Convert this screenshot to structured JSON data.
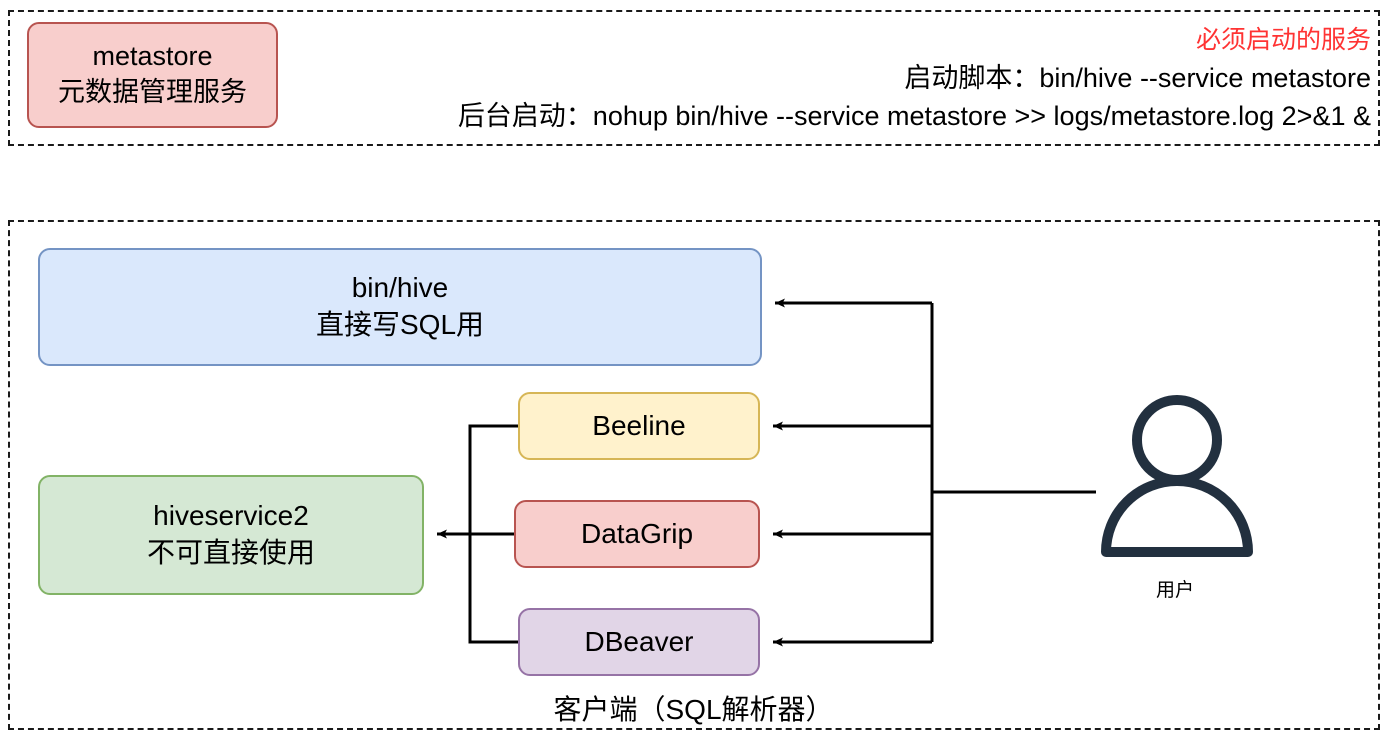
{
  "diagram": {
    "title_visible": false,
    "colors": {
      "pink_fill": "#f8cecc",
      "pink_stroke": "#b85450",
      "blue_fill": "#dae8fc",
      "blue_stroke": "#7494c4",
      "green_fill": "#d5e8d4",
      "green_stroke": "#82b366",
      "yellow_fill": "#fff2cc",
      "yellow_stroke": "#d6b656",
      "purple_fill": "#e1d5e7",
      "purple_stroke": "#9673a6",
      "connector": "#000000",
      "warning_red": "#ff3333",
      "user_icon": "#22303f",
      "group_border": "#1a1a1a"
    }
  },
  "metastore_group": {
    "node": {
      "line1": "metastore",
      "line2": "元数据管理服务"
    },
    "must_start_note": "必须启动的服务",
    "start_script": "启动脚本：bin/hive --service metastore",
    "background_start": "后台启动：nohup bin/hive --service metastore >> logs/metastore.log 2>&1 &"
  },
  "client_group": {
    "caption": "客户端（SQL解析器）",
    "hive_cli": {
      "line1": "bin/hive",
      "line2": "直接写SQL用"
    },
    "hiveservice2": {
      "line1": "hiveservice2",
      "line2": "不可直接使用"
    },
    "clients": [
      {
        "label": "Beeline"
      },
      {
        "label": "DataGrip"
      },
      {
        "label": "DBeaver"
      }
    ],
    "user": {
      "label": "用户",
      "icon": "person-icon"
    }
  }
}
